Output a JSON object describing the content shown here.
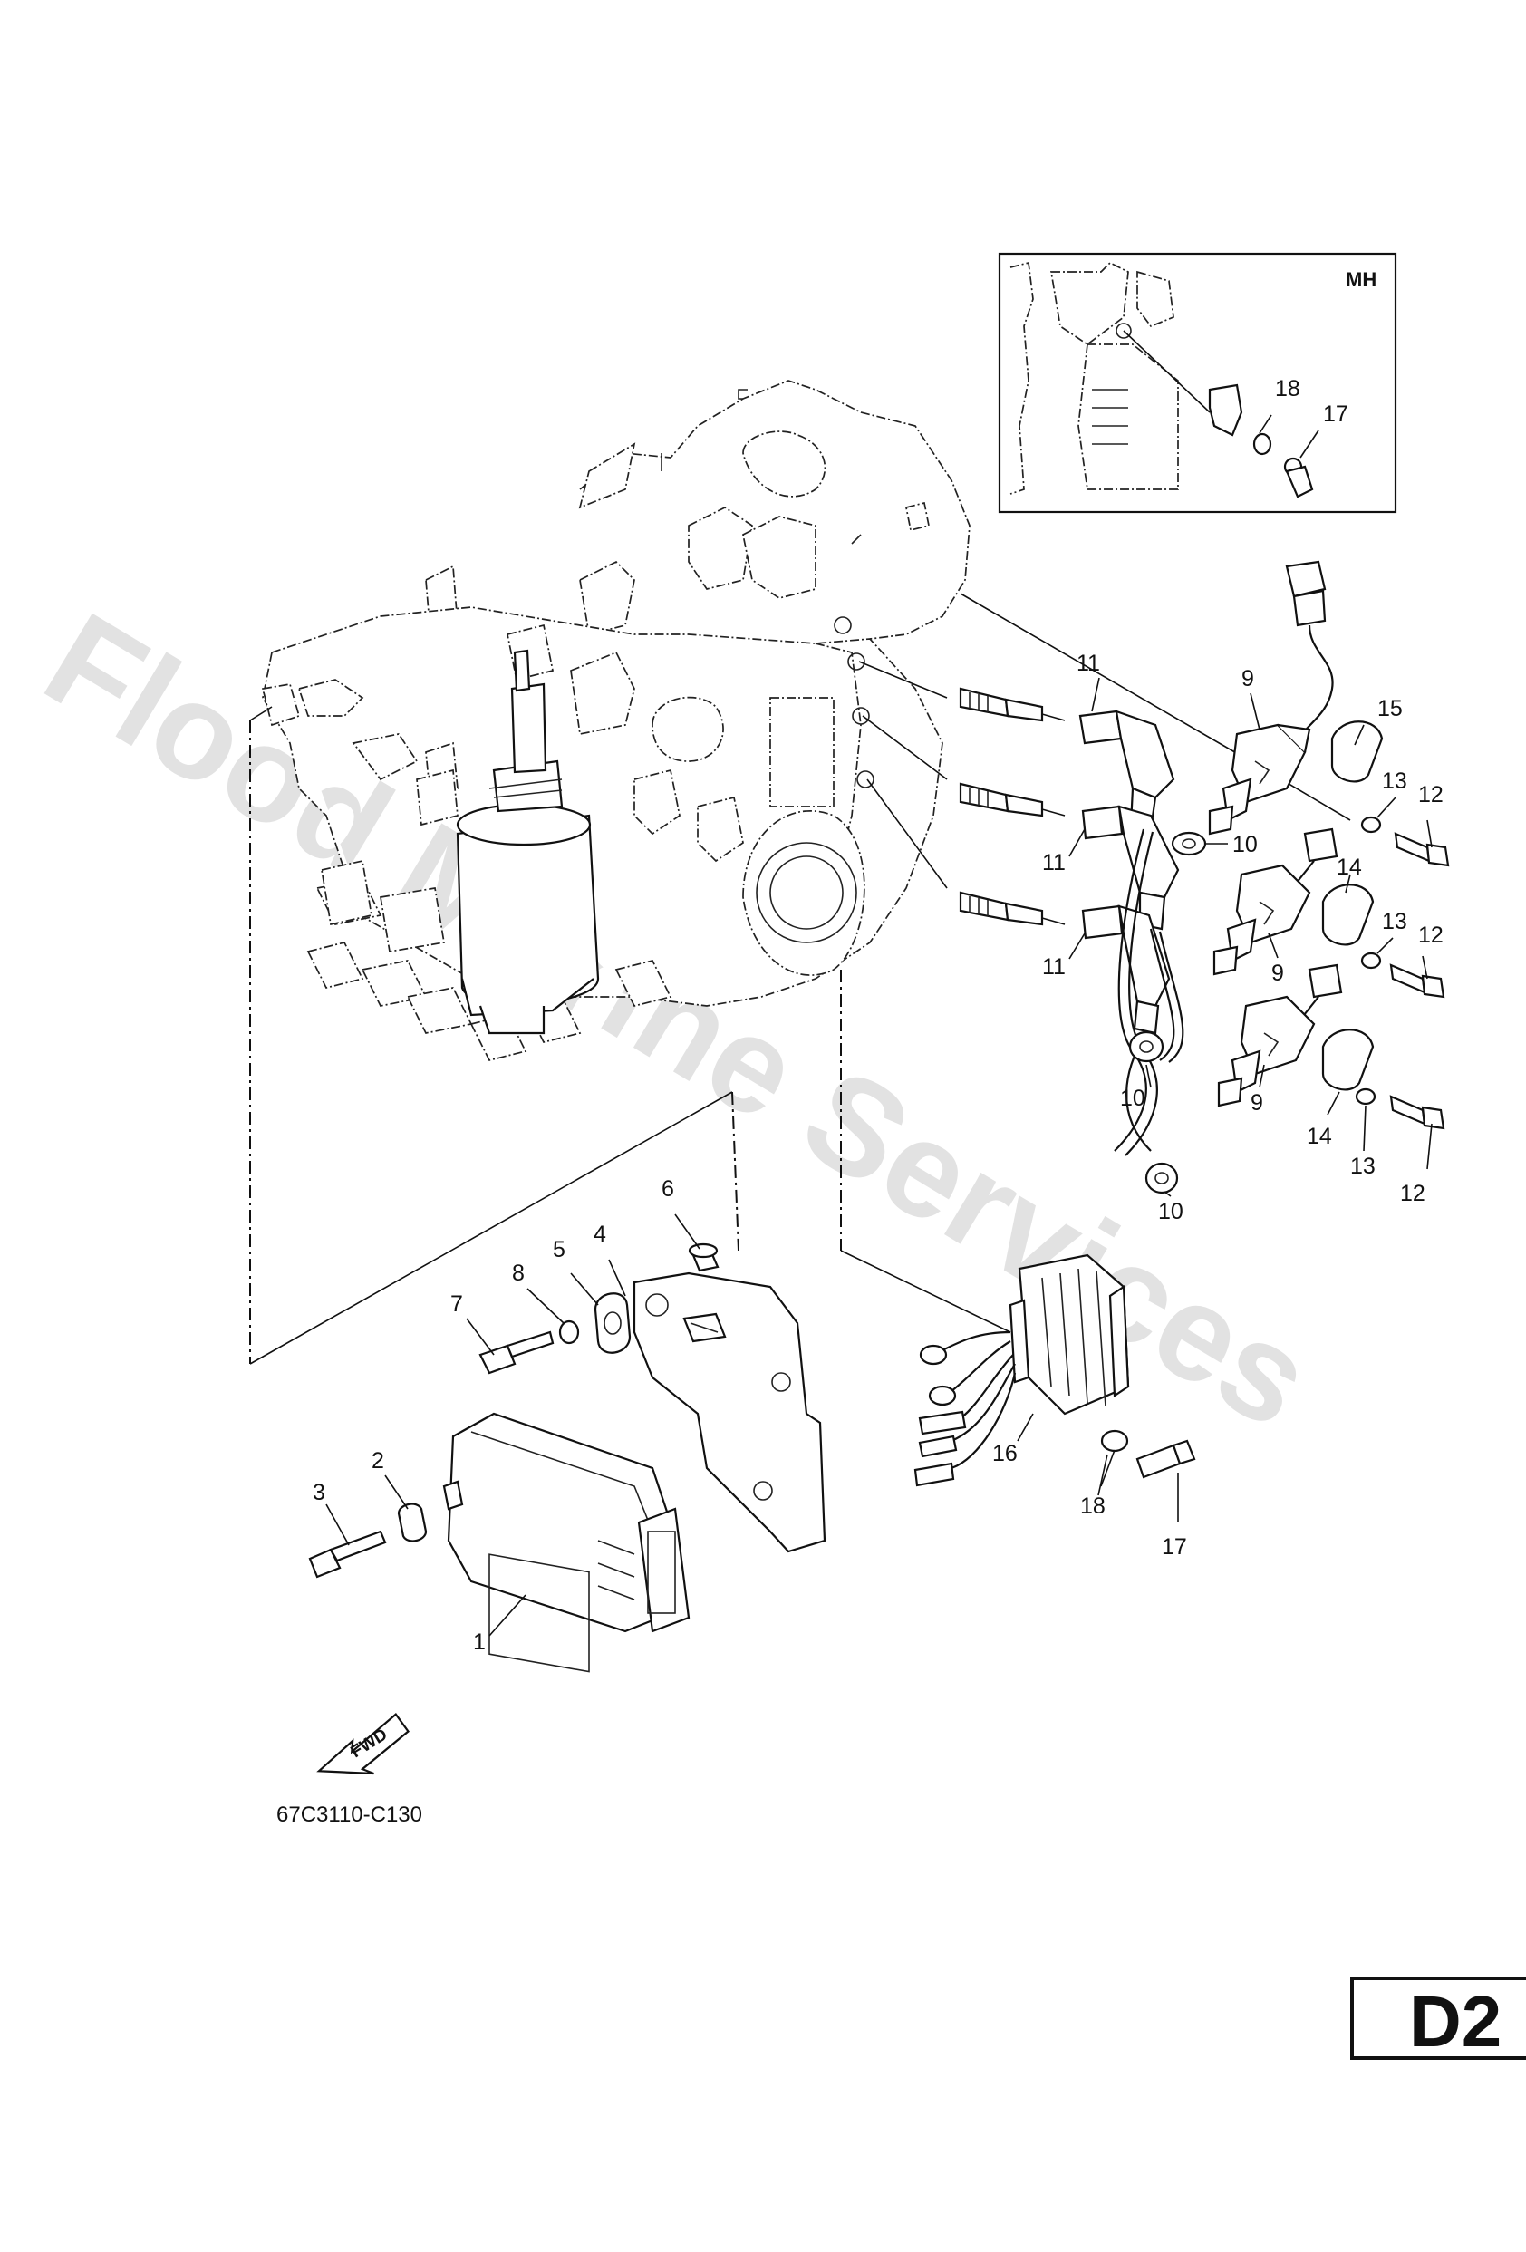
{
  "watermark": "Flood Marine Services",
  "inset_label": "MH",
  "diagram_code": "67C3110-C130",
  "page_tag": "D2",
  "fwd_label": "FWD",
  "callouts": {
    "c1": "1",
    "c2": "2",
    "c3": "3",
    "c4": "4",
    "c5": "5",
    "c6": "6",
    "c7": "7",
    "c8": "8",
    "c9a": "9",
    "c9b": "9",
    "c9c": "9",
    "c10a": "10",
    "c10b": "10",
    "c10c": "10",
    "c11a": "11",
    "c11b": "11",
    "c11c": "11",
    "c12a": "12",
    "c12b": "12",
    "c12c": "12",
    "c13a": "13",
    "c13b": "13",
    "c13c": "13",
    "c14a": "14",
    "c14b": "14",
    "c15": "15",
    "c16": "16",
    "c17a": "17",
    "c17b": "17",
    "c18a": "18",
    "c18b": "18"
  }
}
